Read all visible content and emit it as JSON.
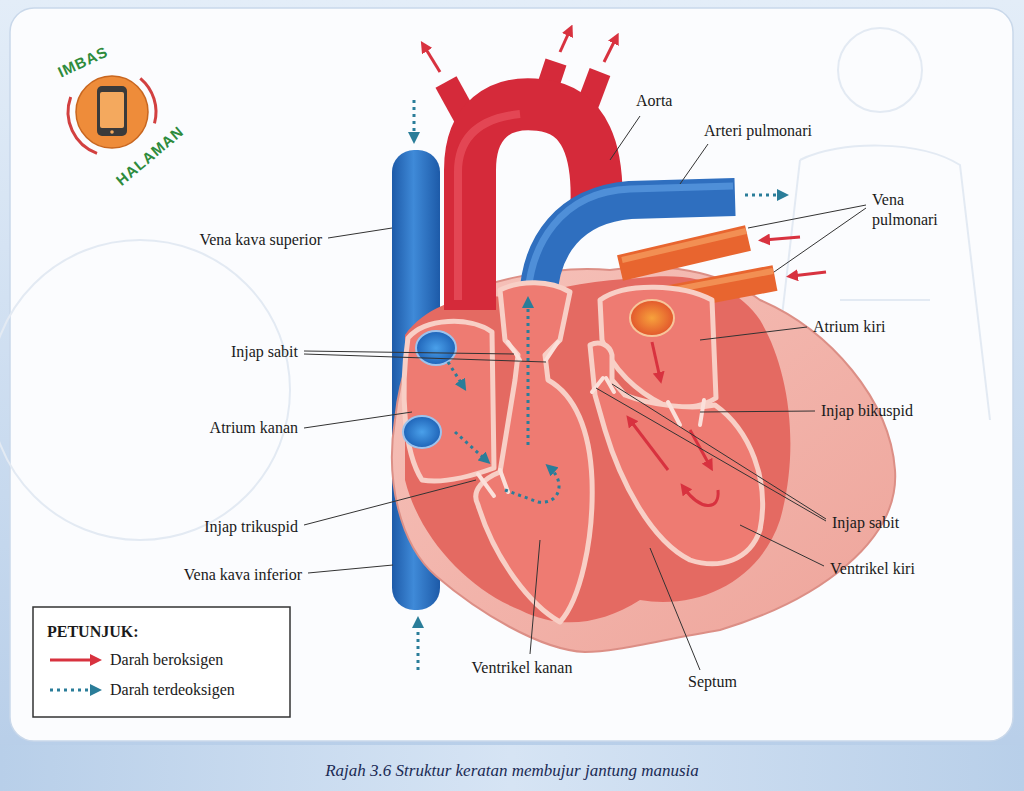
{
  "diagram": {
    "caption": "Rajah 3.6 Struktur keratan membujur jantung manusia",
    "labels": [
      "IMBAS",
      "HALAMAN",
      "Aorta",
      "Arteri pulmonari",
      "Vena pulmonari",
      "Vena kava superior",
      "Atrium kiri",
      "Injap sabit",
      "Injap bikuspid",
      "Atrium kanan",
      "Injap sabit",
      "Injap trikuspid",
      "Ventrikel kiri",
      "Vena kava inferior",
      "Ventrikel kanan",
      "Septum",
      "PETUNJUK:"
    ],
    "legend": [
      {
        "text": "Darah beroksigen"
      },
      {
        "text": "Darah terdeoksigen"
      }
    ]
  }
}
